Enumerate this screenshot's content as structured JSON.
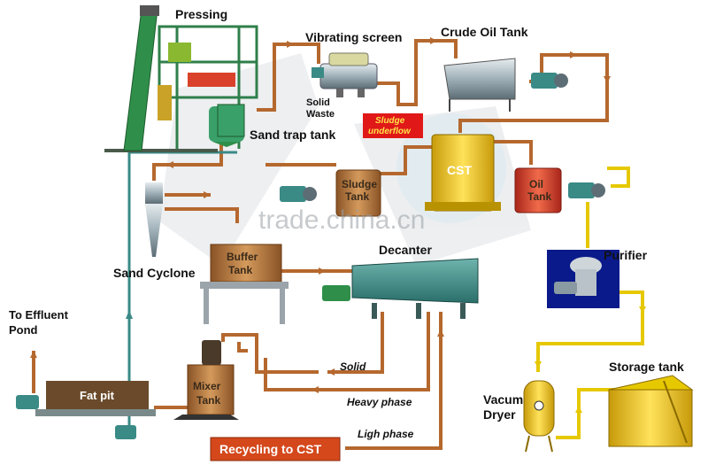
{
  "labels": {
    "pressing": "Pressing",
    "vibrating_screen": "Vibrating screen",
    "crude_oil_tank": "Crude Oil Tank",
    "solid_waste_1": "Solid",
    "solid_waste_2": "Waste",
    "sand_trap_tank": "Sand trap tank",
    "sludge_underflow_1": "Sludge",
    "sludge_underflow_2": "underflow",
    "cst": "CST",
    "sludge_tank_1": "Sludge",
    "sludge_tank_2": "Tank",
    "oil_tank_1": "Oil",
    "oil_tank_2": "Tank",
    "sand_cyclone": "Sand Cyclone",
    "buffer_tank_1": "Buffer",
    "buffer_tank_2": "Tank",
    "decanter": "Decanter",
    "purifier": "Purifier",
    "to_effluent_pond_1": "To Effluent",
    "to_effluent_pond_2": "Pond",
    "fat_pit": "Fat pit",
    "mixer_tank_1": "Mixer",
    "mixer_tank_2": "Tank",
    "solid": "Solid",
    "heavy_phase": "Heavy phase",
    "light_phase": "Ligh phase",
    "recycling_to_cst": "Recycling to CST",
    "vacum_dryer_1": "Vacum",
    "vacum_dryer_2": "Dryer",
    "storage_tank": "Storage tank",
    "watermark": "trade.china.cn"
  },
  "colors": {
    "pipe": "#b5682e",
    "yellow_pipe": "#e6c800",
    "green_pipe": "#3a8a86",
    "machine_green": "#2f8f4a",
    "tank_brown": "#b5763a",
    "tank_yellow": "#f2c21a",
    "tank_red": "#d9412a",
    "underflow_red": "#e01818",
    "recycle_box": "#d4481c"
  }
}
